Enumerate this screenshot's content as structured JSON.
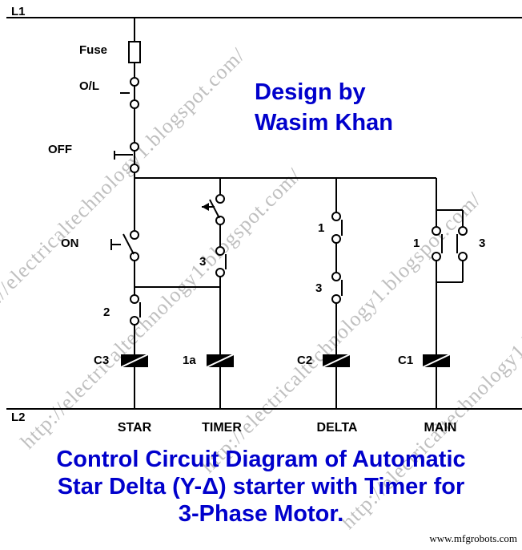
{
  "colors": {
    "accent_blue": "#0000cc",
    "line_black": "#000000",
    "watermark_gray": "#bfbfbf"
  },
  "rails": {
    "l1": "L1",
    "l2": "L2"
  },
  "labels": {
    "fuse": "Fuse",
    "overload": "O/L",
    "off": "OFF",
    "on": "ON",
    "contact_2": "2",
    "timer_contact_3": "3",
    "delta_contact_1": "1",
    "delta_contact_3": "3",
    "main_contact_1": "1",
    "main_contact_3": "3",
    "coil_c3": "C3",
    "coil_1a": "1a",
    "coil_c2": "C2",
    "coil_c1": "C1",
    "branch_star": "STAR",
    "branch_timer": "TIMER",
    "branch_delta": "DELTA",
    "branch_main": "MAIN"
  },
  "icons": {
    "timer_delay_arrow": "left-arrow"
  },
  "credit": {
    "line1": "Design by",
    "line2": "Wasim Khan"
  },
  "caption": {
    "line1": "Control Circuit Diagram of Automatic",
    "line2": "Star Delta (Y-Δ) starter with Timer for",
    "line3": "3-Phase Motor."
  },
  "watermark": {
    "text": "http://electricaltechnology1.blogspot.com/"
  },
  "footer": {
    "site": "www.mfgrobots.com"
  }
}
